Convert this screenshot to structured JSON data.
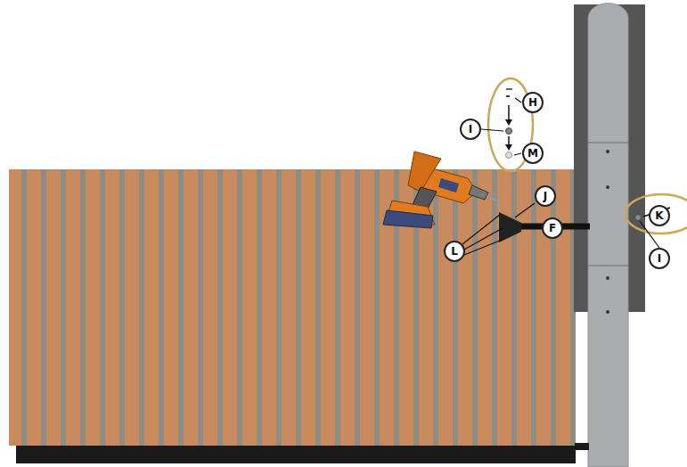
{
  "diagram": {
    "nodes": [
      {
        "text": [
          "H"
        ]
      },
      {
        "text": [
          "I"
        ]
      },
      {
        "text": [
          "M"
        ]
      },
      {
        "text": [
          "J"
        ]
      },
      {
        "text": [
          "F"
        ]
      },
      {
        "text": [
          "K"
        ]
      },
      {
        "text": [
          "L"
        ]
      },
      {
        "text": [
          "I"
        ]
      }
    ]
  }
}
